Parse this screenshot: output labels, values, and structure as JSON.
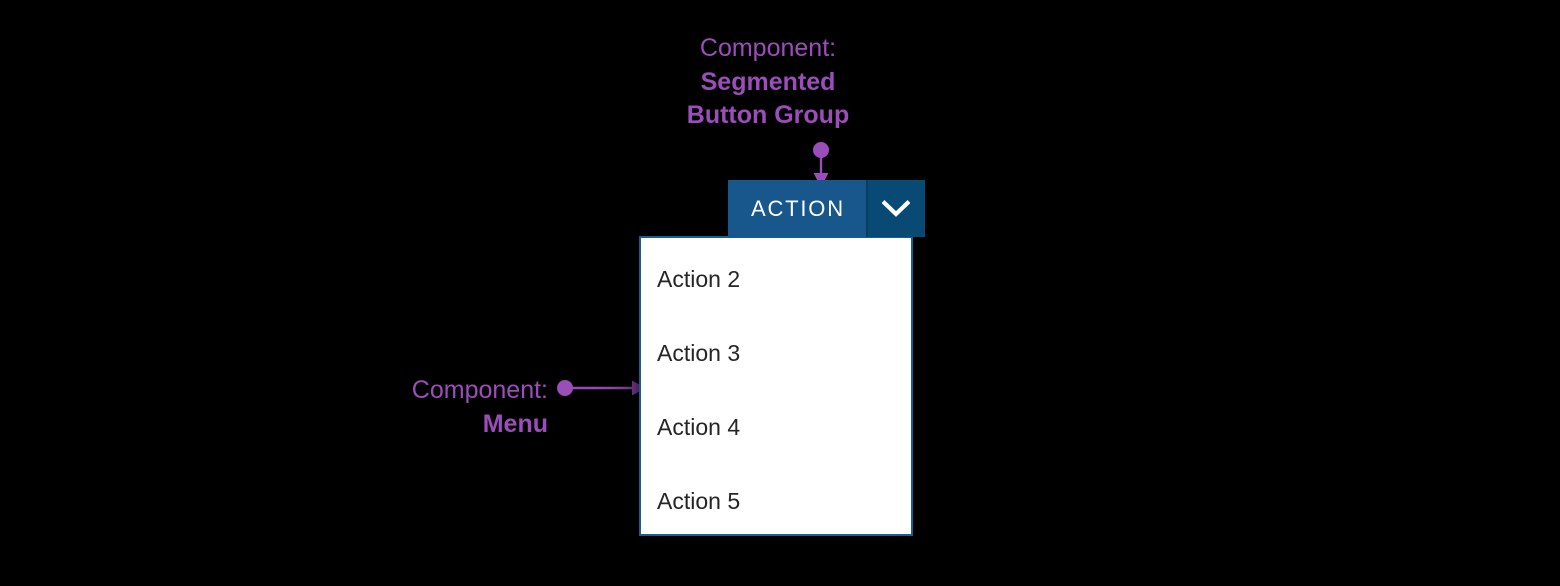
{
  "diagram": {
    "background_color": "#000000",
    "annotation_color": "#9B4DBA"
  },
  "annotations": {
    "top": {
      "label": "Component:",
      "value": "Segmented Button Group",
      "value_line_1": "Segmented",
      "value_line_2": "Button Group"
    },
    "left": {
      "label": "Component:",
      "value": "Menu"
    }
  },
  "segmented_button_group": {
    "action_label": "ACTION",
    "toggle_icon": "chevron-down-icon",
    "action_color": "#17578B",
    "toggle_color": "#084A73",
    "text_color": "#FFFFFF"
  },
  "menu": {
    "background_color": "#FFFFFF",
    "border_color": "#1A5E8E",
    "text_color": "#252525",
    "items": [
      {
        "label": "Action 2"
      },
      {
        "label": "Action 3"
      },
      {
        "label": "Action 4"
      },
      {
        "label": "Action 5"
      }
    ]
  }
}
